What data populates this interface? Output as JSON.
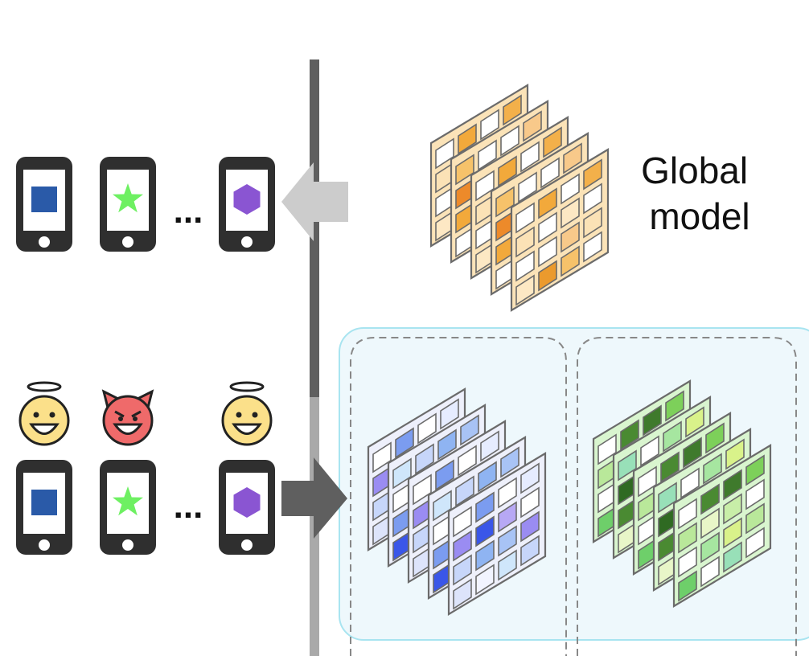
{
  "global_model": {
    "label_line1": "Global",
    "label_line2": "model",
    "cell_colors": [
      "#ffffff",
      "#fde8c4",
      "#f8c98a",
      "#f2a93b",
      "#eb9a2d",
      "#fbe2b6",
      "#ffffff",
      "#f6c26a",
      "#ffffff",
      "#f3b04a",
      "#ffffff",
      "#fde8c4",
      "#ed8a2a",
      "#ffffff"
    ],
    "frame_color": "#fbe3b8"
  },
  "top_row": {
    "dots": "...",
    "devices": [
      {
        "shape": "square-icon",
        "color": "#2a5aa8"
      },
      {
        "shape": "star-icon",
        "color": "#6ef062"
      },
      {
        "shape": "hexagon-icon",
        "color": "#8a55d2"
      }
    ],
    "arrow_color": "#cccccc"
  },
  "bottom_row": {
    "dots": "...",
    "clients": [
      {
        "role": "angel",
        "icon": "angel-face-icon",
        "face_color": "#fbe08a",
        "shape": "square-icon",
        "color": "#2a5aa8"
      },
      {
        "role": "devil",
        "icon": "devil-face-icon",
        "face_color": "#ef6a6a",
        "shape": "star-icon",
        "color": "#6ef062"
      },
      {
        "role": "angel",
        "icon": "angel-face-icon",
        "face_color": "#fbe08a",
        "shape": "hexagon-icon",
        "color": "#8a55d2"
      }
    ],
    "arrow_color": "#5f5f5f"
  },
  "local_models": [
    {
      "frame_color": "#eef0fb",
      "cell_colors": [
        "#ffffff",
        "#dde4fb",
        "#a8c3f5",
        "#7b9cf0",
        "#f2f4ff",
        "#9a8cf2",
        "#ffffff",
        "#cfe6fb",
        "#3a56e8",
        "#e6ecff",
        "#c7d6fa",
        "#b7a8f5",
        "#ffffff",
        "#8fb4f2"
      ]
    },
    {
      "frame_color": "#d9f5cf",
      "cell_colors": [
        "#ffffff",
        "#6ecf6a",
        "#d9f28a",
        "#4a8a32",
        "#ffffff",
        "#b9e89a",
        "#3f7a2c",
        "#98e0b8",
        "#e8f6c8",
        "#7dd05a",
        "#ffffff",
        "#c8eea8",
        "#2f6a22",
        "#a6e6a0"
      ]
    }
  ],
  "colors": {
    "timeline_dark": "#5f5f5f",
    "timeline_light": "#a9a9a9",
    "aggregation_panel": "#eef8fc",
    "aggregation_border": "#a8e4f0",
    "dashed_box": "#888888",
    "phone_body": "#2f2f2f"
  }
}
